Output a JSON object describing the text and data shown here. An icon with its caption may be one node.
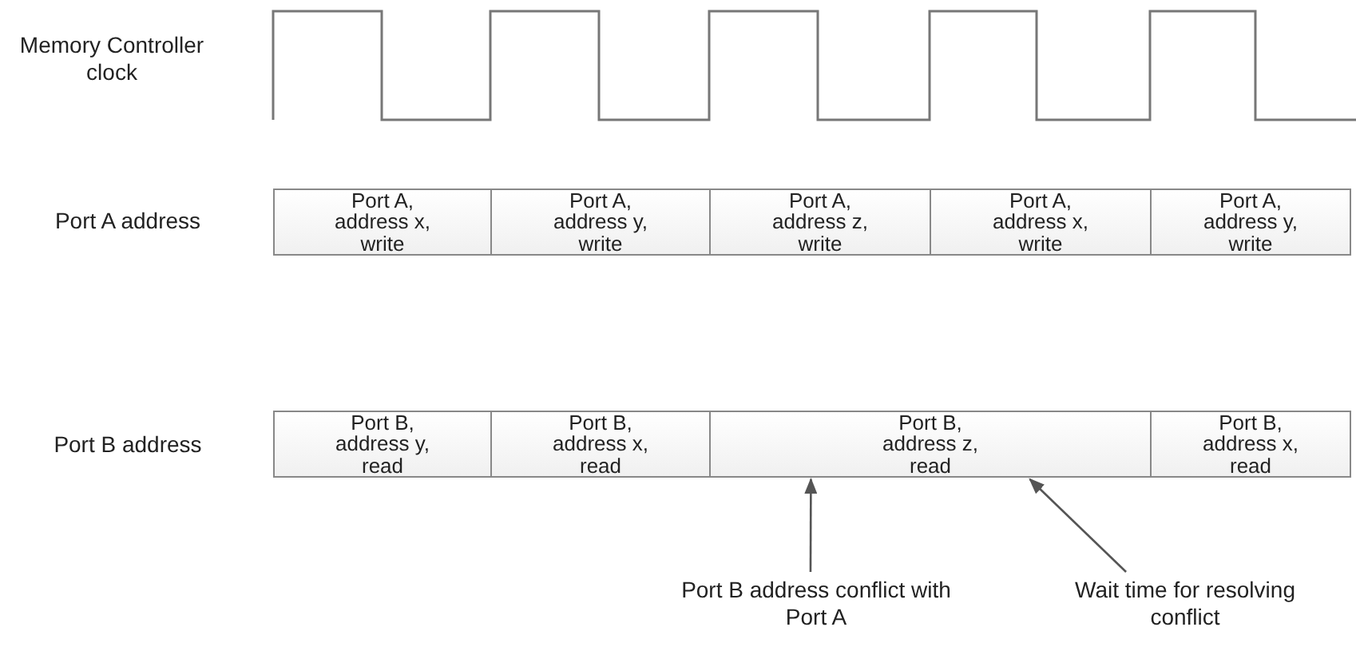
{
  "diagram": {
    "nodes": [
      {
        "text": [
          "Port A, address x, write"
        ]
      },
      {
        "text": [
          "Port A, address y, write"
        ]
      },
      {
        "text": [
          "Port A, address z, write"
        ]
      },
      {
        "text": [
          "Port A, address x, write"
        ]
      },
      {
        "text": [
          "Port A, address y, write"
        ]
      },
      {
        "text": [
          "Port B, address y, read"
        ]
      },
      {
        "text": [
          "Port B, address x, read"
        ]
      },
      {
        "text": [
          "Port B, address z, read"
        ]
      },
      {
        "text": [
          "Port B, address x, read"
        ]
      },
      {
        "text": [
          "Port B address conflict with Port A"
        ]
      },
      {
        "text": [
          "Wait time for resolving conflict"
        ]
      }
    ],
    "edges": [
      {
        "from": 9,
        "to": 7,
        "arrow": "to"
      },
      {
        "from": 10,
        "to": 7,
        "arrow": "to"
      }
    ],
    "labels": [
      "Memory Controller clock",
      "Port A address",
      "Port B address"
    ]
  }
}
